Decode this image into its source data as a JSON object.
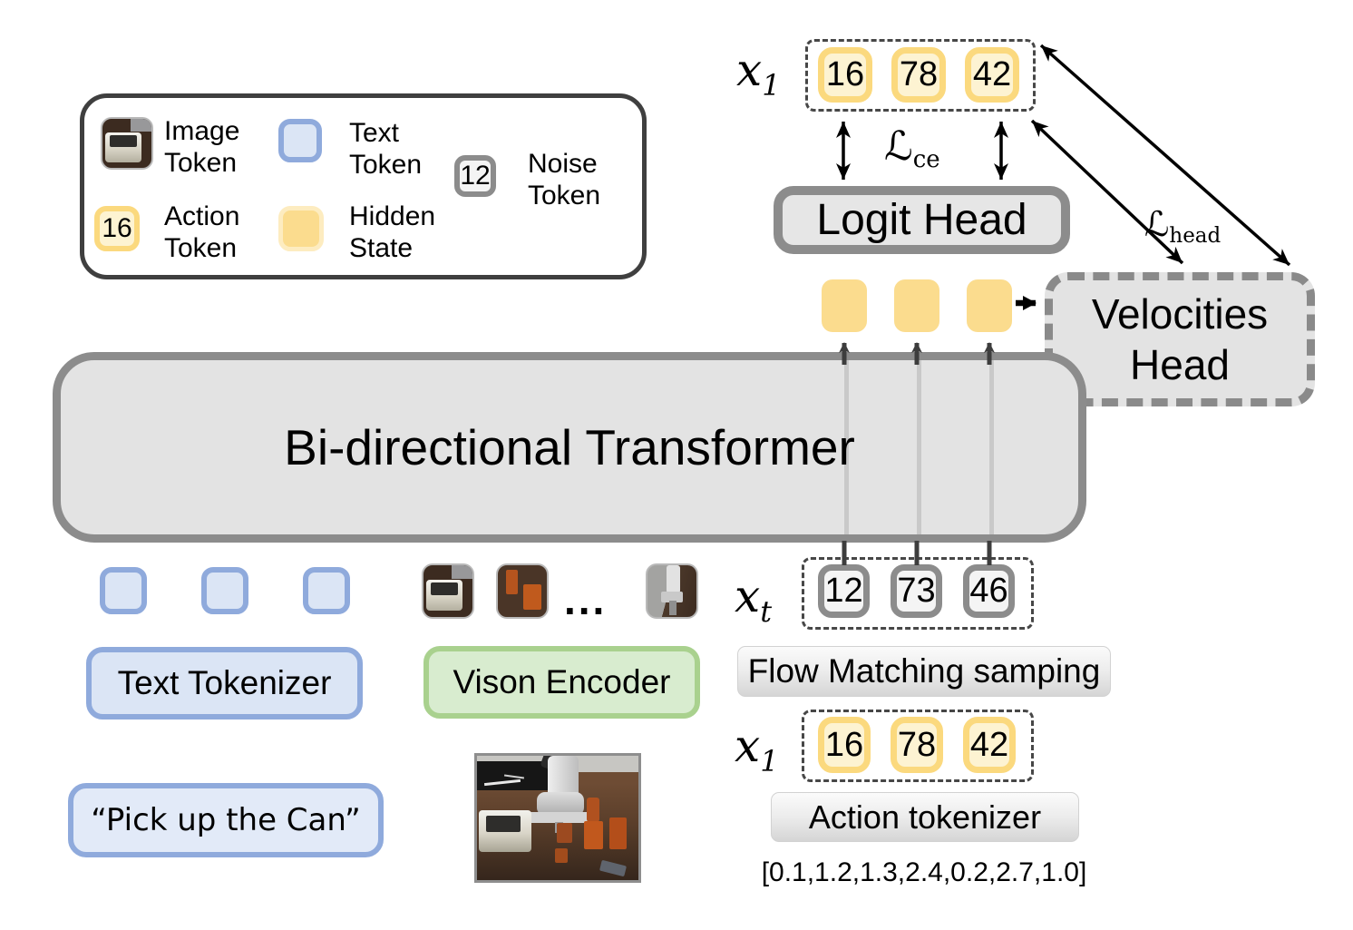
{
  "legend": {
    "items": [
      {
        "label": "Image Token"
      },
      {
        "label": "Text Token"
      },
      {
        "label": "Noise Token",
        "value": "12"
      },
      {
        "label": "Action Token",
        "value": "16"
      },
      {
        "label": "Hidden State"
      }
    ]
  },
  "top_output": {
    "var": "x",
    "sub": "1",
    "tokens": [
      "16",
      "78",
      "42"
    ]
  },
  "losses": {
    "ce_symbol": "ℒ",
    "ce_sub": "ce",
    "head_symbol": "ℒ",
    "head_sub": "head"
  },
  "logit_head": {
    "label": "Logit Head"
  },
  "velocities_head": {
    "label": "Velocities Head"
  },
  "transformer": {
    "label": "Bi-directional Transformer"
  },
  "text_branch": {
    "tokenizer": "Text Tokenizer",
    "prompt": "“Pick up the Can”"
  },
  "vision_branch": {
    "encoder": "Vison Encoder",
    "ellipsis": "..."
  },
  "noise_input": {
    "var": "x",
    "sub": "t",
    "tokens": [
      "12",
      "73",
      "46"
    ]
  },
  "flow_matching": {
    "label": "Flow Matching samping"
  },
  "action_input": {
    "var": "x",
    "sub": "1",
    "tokens": [
      "16",
      "78",
      "42"
    ]
  },
  "action_tokenizer": {
    "label": "Action tokenizer",
    "vector": "[0.1,1.2,1.3,2.4,0.2,2.7,1.0]"
  },
  "colors": {
    "action_token_border": "#fbd97e",
    "action_token_fill": "#fdf3d2",
    "hidden_state_fill": "#fbdc8e",
    "text_token_border": "#8faadc",
    "text_token_fill": "#dbe5f5",
    "noise_token_border": "#8c8c8c",
    "noise_token_fill": "#f4f4f4",
    "vision_border": "#a9d18e",
    "vision_fill": "#d8eccf",
    "gray_box_fill": "#e3e3e3",
    "gray_box_border": "#8c8c8c"
  }
}
